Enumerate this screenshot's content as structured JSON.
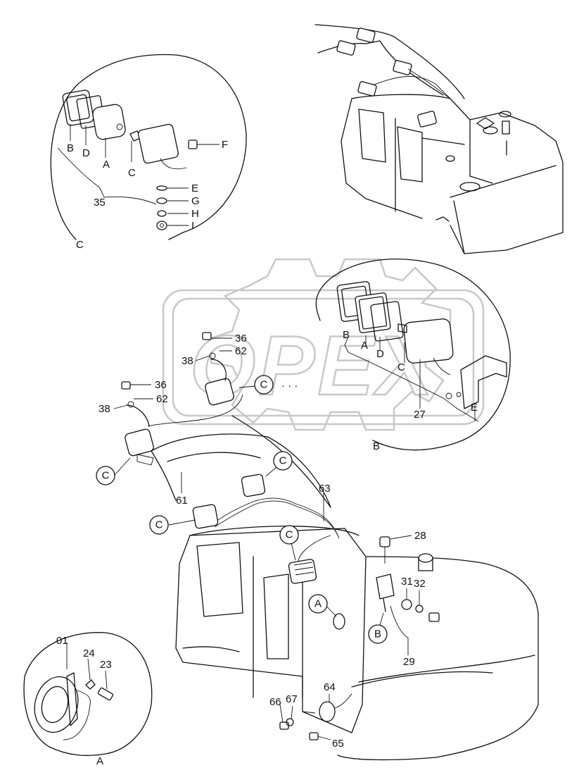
{
  "watermark": {
    "text": "OPEX"
  },
  "detail_c": {
    "callout": "C",
    "group_number": "35",
    "parts": [
      "B",
      "D",
      "A",
      "C",
      "F",
      "E",
      "G",
      "H",
      "I"
    ]
  },
  "detail_b": {
    "callout": "B",
    "parts": [
      "B",
      "A",
      "D",
      "C",
      "27",
      "E"
    ]
  },
  "detail_a": {
    "callout": "A",
    "parts": [
      "01",
      "24",
      "23"
    ]
  },
  "main_labels": {
    "p36a": "36",
    "p62a": "62",
    "p38a": "38",
    "p36b": "36",
    "p62b": "62",
    "p38b": "38",
    "p61": "61",
    "p63": "63",
    "p28": "28",
    "p31": "31",
    "p32": "32",
    "p29": "29",
    "p64": "64",
    "p66": "66",
    "p67": "67",
    "p65": "65"
  },
  "callouts": {
    "c1": "C",
    "c2": "C",
    "c3": "C",
    "c4": "C",
    "c5": "C",
    "a1": "A",
    "b1": "B"
  }
}
